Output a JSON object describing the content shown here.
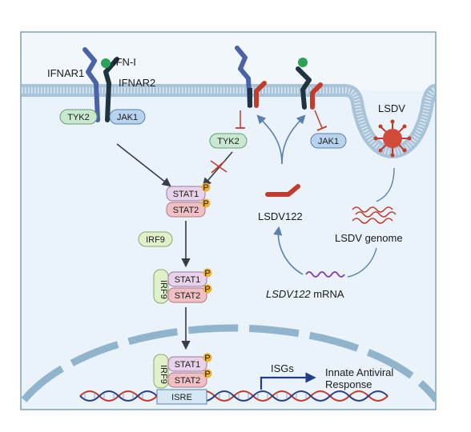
{
  "labels": {
    "ifnar1": "IFNAR1",
    "ifnar2": "IFNAR2",
    "ifn1": "IFN-I",
    "tyk2": "TYK2",
    "jak1": "JAK1",
    "stat1": "STAT1",
    "stat2": "STAT2",
    "irf9": "IRF9",
    "p": "P",
    "isre": "ISRE",
    "isgs": "ISGs",
    "response_line1": "Innate Antiviral",
    "response_line2": "Response",
    "lsdv": "LSDV",
    "lsdv_genome": "LSDV genome",
    "lsdv122": "LSDV122",
    "mrna_italic": "LSDV122",
    "mrna_suffix": " mRNA"
  },
  "colors": {
    "cell_bg": "#eaf3fa",
    "membrane": "#c9dcea",
    "nucleus": "#8fb4cc",
    "ifnar1": "#4a63a8",
    "ifnar2": "#1f3440",
    "lsdv_red": "#c23b2c",
    "ligand": "#2aa356",
    "stat_fill": "#e8d3ea",
    "tyk2_fill": "#c8e8d0",
    "jak1_fill": "#b7d3ee",
    "irf9_fill": "#e0f0c8",
    "phospho": "#f0b030",
    "arrow": "#3a3a4a",
    "isg_arrow": "#1f3f8a"
  }
}
